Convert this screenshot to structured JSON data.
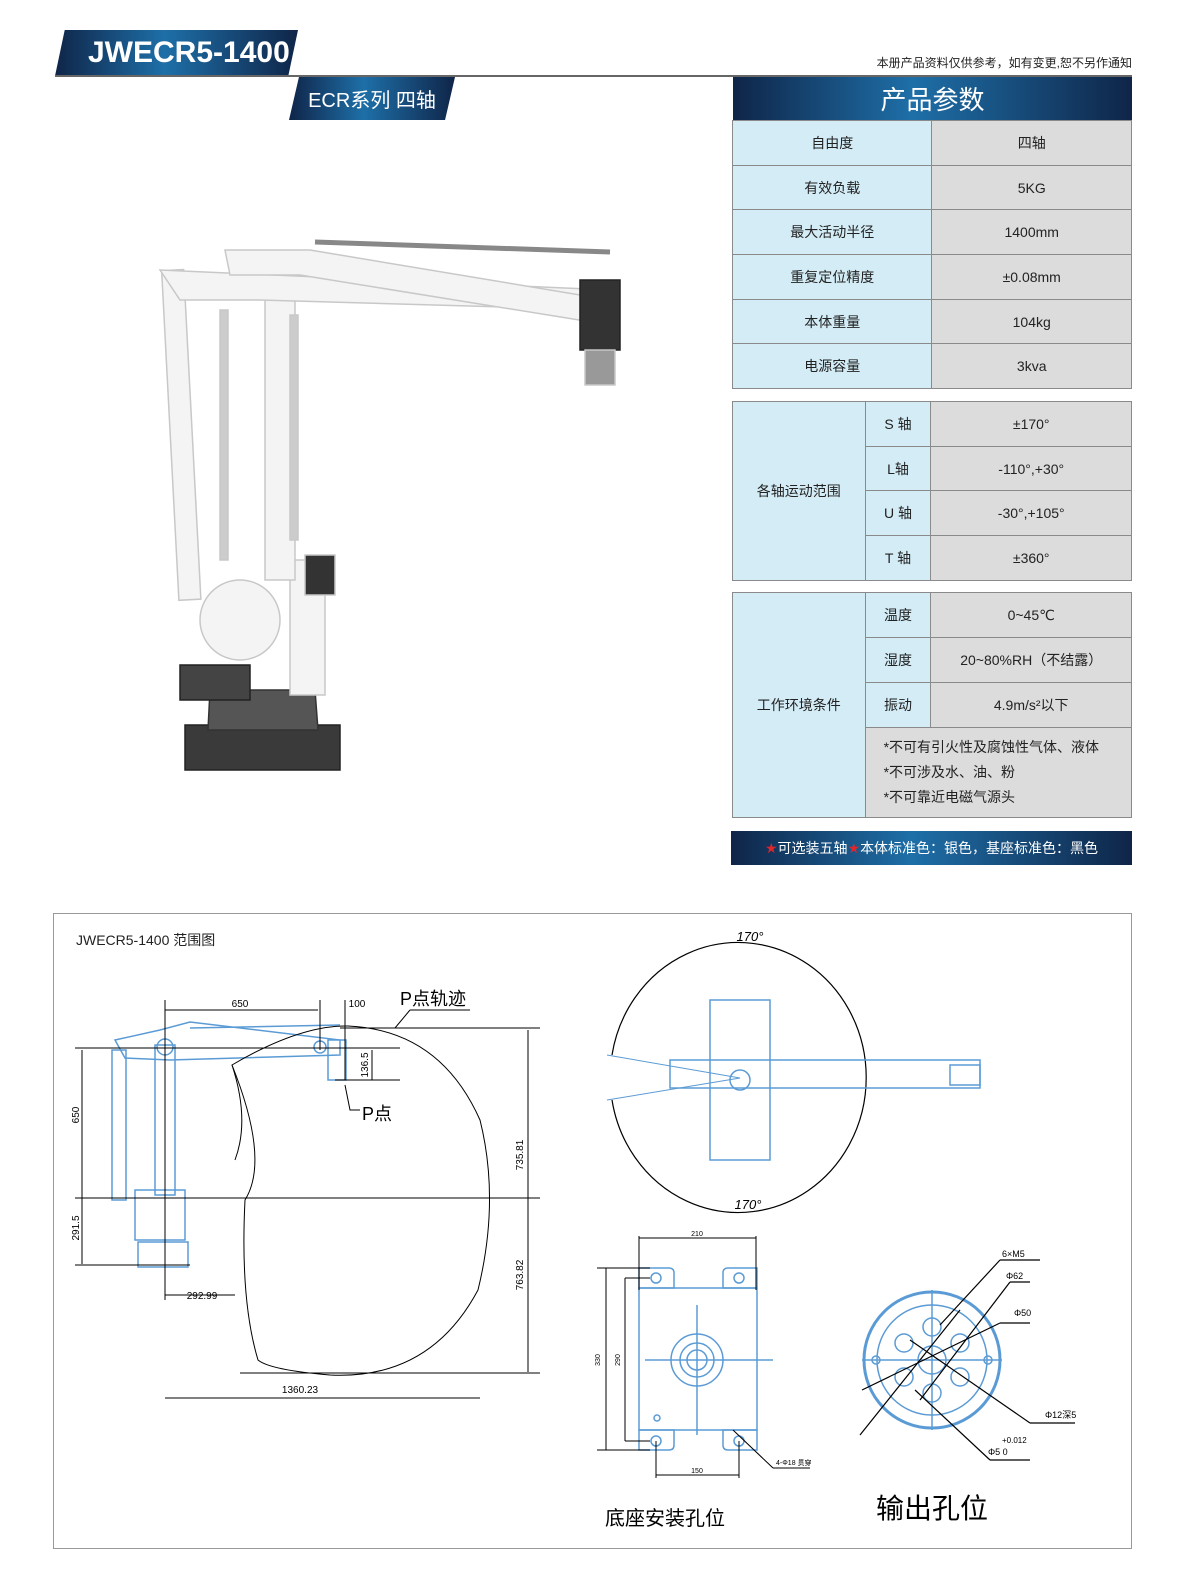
{
  "header": {
    "model": "JWECR5-1400",
    "series": "ECR系列 四轴",
    "notice": "本册产品资料仅供参考，如有变更,恕不另作通知"
  },
  "params": {
    "title": "产品参数",
    "basic": [
      {
        "label": "自由度",
        "value": "四轴"
      },
      {
        "label": "有效负载",
        "value": "5KG"
      },
      {
        "label": "最大活动半径",
        "value": "1400mm"
      },
      {
        "label": "重复定位精度",
        "value": "±0.08mm"
      },
      {
        "label": "本体重量",
        "value": "104kg"
      },
      {
        "label": "电源容量",
        "value": "3kva"
      }
    ],
    "axis_range": {
      "label": "各轴运动范围",
      "rows": [
        {
          "axis": "S 轴",
          "value": "±170°"
        },
        {
          "axis": "L轴",
          "value": "-110°,+30°"
        },
        {
          "axis": "U 轴",
          "value": "-30°,+105°"
        },
        {
          "axis": "T 轴",
          "value": "±360°"
        }
      ]
    },
    "environment": {
      "label": "工作环境条件",
      "rows": [
        {
          "item": "温度",
          "value": "0~45℃"
        },
        {
          "item": "湿度",
          "value": "20~80%RH（不结露）"
        },
        {
          "item": "振动",
          "value": "4.9m/s²以下"
        }
      ],
      "notes": [
        "*不可有引火性及腐蚀性气体、液体",
        "*不可涉及水、油、粉",
        "*不可靠近电磁气源头"
      ]
    },
    "banner": {
      "star": "★",
      "optional": "可选装五轴",
      "colors": " 本体标准色：银色，基座标准色：黑色"
    }
  },
  "diagram": {
    "title": "JWECR5-1400 范围图",
    "side_view": {
      "dim_650_top": "650",
      "dim_100": "100",
      "dim_136": "136.5",
      "dim_650_left": "650",
      "dim_291": "291.5",
      "dim_292": "292.99",
      "dim_735": "735.81",
      "dim_763": "763.82",
      "dim_1360": "1360.23",
      "p_trajectory": "P点轨迹",
      "p_point": "P点"
    },
    "top_view": {
      "angle_top": "170°",
      "angle_bottom": "170°"
    },
    "base": {
      "caption": "底座安装孔位",
      "dim_width": "210",
      "dim_330": "330",
      "dim_290": "290",
      "dim_150": "150",
      "holes": "4-Φ18 贯穿"
    },
    "output": {
      "caption": "输出孔位",
      "m5": "6×M5",
      "d62": "Φ62",
      "d50": "Φ50",
      "d12": "Φ12深5",
      "d5": "Φ5 0",
      "tol": "+0.012"
    }
  },
  "colors": {
    "navy": "#0f2548",
    "accent": "#1e6fa8",
    "key_cell": "#d3ecf6",
    "value_cell": "#dcdcdc",
    "blueprint": "#5b9bd5",
    "star": "#e0262a"
  }
}
